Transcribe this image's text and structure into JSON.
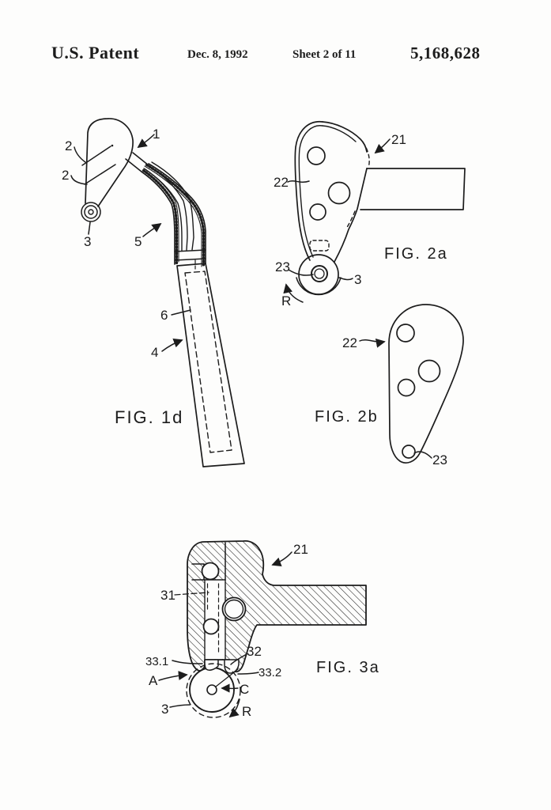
{
  "page": {
    "background": "#fdfdfc",
    "ink": "#1c1c1c"
  },
  "header": {
    "title": "U.S. Patent",
    "date": "Dec. 8, 1992",
    "sheet": "Sheet 2 of 11",
    "patent_number": "5,168,628"
  },
  "figures": {
    "fig1d": {
      "caption": "FIG. 1d",
      "labels": {
        "n1": "1",
        "n2_upper": "2",
        "n2_lower": "2",
        "n3": "3",
        "n5": "5",
        "n6": "6",
        "n4": "4"
      }
    },
    "fig2a": {
      "caption": "FIG. 2a",
      "labels": {
        "n21": "21",
        "n22": "22",
        "n23": "23",
        "n3": "3",
        "rotation": "R"
      }
    },
    "fig2b": {
      "caption": "FIG. 2b",
      "labels": {
        "n22": "22",
        "n23": "23"
      }
    },
    "fig3a": {
      "caption": "FIG. 3a",
      "labels": {
        "n21": "21",
        "n31": "31",
        "n32": "32",
        "n33_1": "33.1",
        "n33_2": "33.2",
        "a": "A",
        "c": "C",
        "n3": "3",
        "rotation": "R"
      }
    }
  }
}
